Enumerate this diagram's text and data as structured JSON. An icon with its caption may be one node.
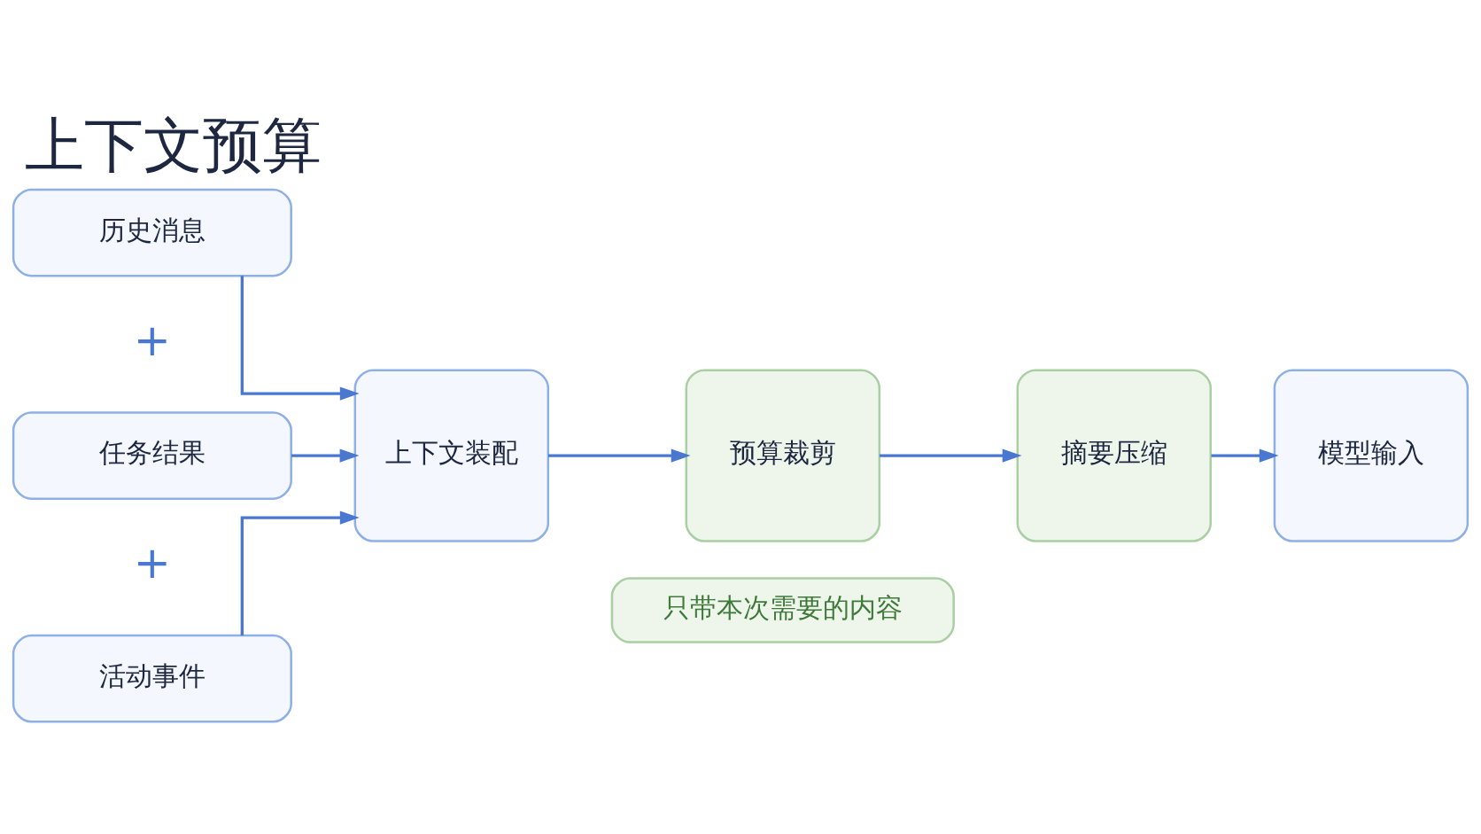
{
  "diagram": {
    "title": "上下文预算",
    "nodes": [
      {
        "text": [
          "历史消息"
        ]
      },
      {
        "text": [
          "任务结果"
        ]
      },
      {
        "text": [
          "活动事件"
        ]
      },
      {
        "text": [
          "上下文装配"
        ]
      },
      {
        "text": [
          "预算裁剪"
        ]
      },
      {
        "text": [
          "摘要压缩"
        ]
      },
      {
        "text": [
          "模型输入"
        ]
      },
      {
        "text": [
          "只带本次需要的内容"
        ]
      }
    ],
    "edges": [
      {
        "from": 0,
        "to": 3,
        "arrow": "to"
      },
      {
        "from": 1,
        "to": 3,
        "arrow": "to"
      },
      {
        "from": 2,
        "to": 3,
        "arrow": "to"
      },
      {
        "from": 3,
        "to": 4,
        "arrow": "to"
      },
      {
        "from": 4,
        "to": 5,
        "arrow": "to"
      },
      {
        "from": 5,
        "to": 6,
        "arrow": "to"
      }
    ],
    "labels": [
      "+",
      "+"
    ]
  }
}
